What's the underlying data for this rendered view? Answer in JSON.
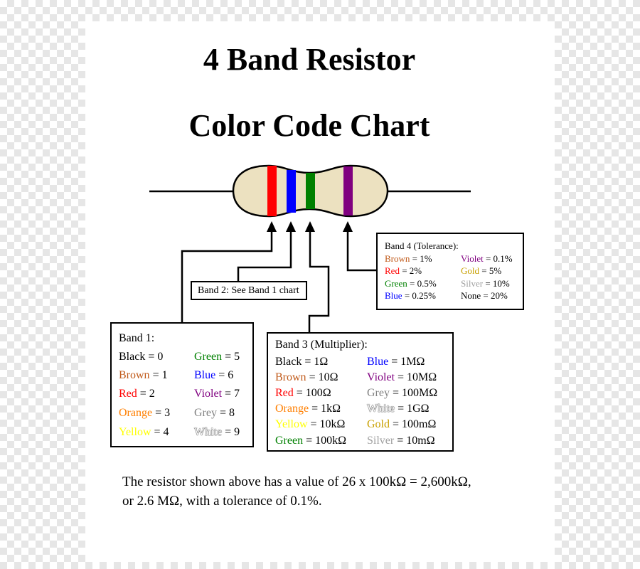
{
  "title": {
    "line1": "4 Band Resistor",
    "line2": "Color Code Chart"
  },
  "resistor": {
    "body_color": "#ece1c0",
    "bands": [
      {
        "name": "red",
        "color": "#ff0000"
      },
      {
        "name": "blue",
        "color": "#0000ff"
      },
      {
        "name": "green",
        "color": "#008000"
      },
      {
        "name": "violet",
        "color": "#800080"
      }
    ]
  },
  "band1": {
    "title": "Band 1:",
    "items": [
      {
        "label": "Black",
        "value": " = 0",
        "color": "#000000"
      },
      {
        "label": "Brown",
        "value": " = 1",
        "color": "#c05a1a"
      },
      {
        "label": "Red",
        "value": " = 2",
        "color": "#ff0000"
      },
      {
        "label": "Orange",
        "value": " = 3",
        "color": "#ff7f00"
      },
      {
        "label": "Yellow",
        "value": " = 4",
        "color": "#ffff00"
      },
      {
        "label": "Green",
        "value": " = 5",
        "color": "#008000"
      },
      {
        "label": "Blue",
        "value": " = 6",
        "color": "#0000ff"
      },
      {
        "label": "Violet",
        "value": " = 7",
        "color": "#800080"
      },
      {
        "label": "Grey",
        "value": " = 8",
        "color": "#808080"
      },
      {
        "label": "White",
        "value": " = 9",
        "color": "#ffffff"
      }
    ]
  },
  "band2": {
    "title": "Band 2: See Band 1 chart"
  },
  "band3": {
    "title": "Band 3 (Multiplier):",
    "items": [
      {
        "label": "Black",
        "value": " = 1Ω",
        "color": "#000000"
      },
      {
        "label": "Brown",
        "value": " = 10Ω",
        "color": "#c05a1a"
      },
      {
        "label": "Red",
        "value": " = 100Ω",
        "color": "#ff0000"
      },
      {
        "label": "Orange",
        "value": " = 1kΩ",
        "color": "#ff7f00"
      },
      {
        "label": "Yellow",
        "value": " = 10kΩ",
        "color": "#ffff00"
      },
      {
        "label": "Green",
        "value": " = 100kΩ",
        "color": "#008000"
      },
      {
        "label": "Blue",
        "value": " = 1MΩ",
        "color": "#0000ff"
      },
      {
        "label": "Violet",
        "value": " = 10MΩ",
        "color": "#800080"
      },
      {
        "label": "Grey",
        "value": " = 100MΩ",
        "color": "#808080"
      },
      {
        "label": "White",
        "value": " = 1GΩ",
        "color": "#ffffff"
      },
      {
        "label": "Gold",
        "value": " = 100mΩ",
        "color": "#c8a000"
      },
      {
        "label": "Silver",
        "value": " = 10mΩ",
        "color": "#a0a0a0"
      }
    ]
  },
  "band4": {
    "title": "Band 4 (Tolerance):",
    "items": [
      {
        "label": "Brown",
        "value": " = 1%",
        "color": "#c05a1a"
      },
      {
        "label": "Red",
        "value": " = 2%",
        "color": "#ff0000"
      },
      {
        "label": "Green",
        "value": " = 0.5%",
        "color": "#008000"
      },
      {
        "label": "Blue",
        "value": " = 0.25%",
        "color": "#0000ff"
      },
      {
        "label": "Violet",
        "value": " = 0.1%",
        "color": "#800080"
      },
      {
        "label": "Gold",
        "value": " = 5%",
        "color": "#c8a000"
      },
      {
        "label": "Silver",
        "value": " = 10%",
        "color": "#a0a0a0"
      },
      {
        "label": "None",
        "value": " = 20%",
        "color": "#000000"
      }
    ]
  },
  "footer": {
    "line1": "The resistor shown above has a value of 26 x 100kΩ = 2,600kΩ,",
    "line2": "or 2.6 MΩ, with a tolerance of 0.1%."
  }
}
